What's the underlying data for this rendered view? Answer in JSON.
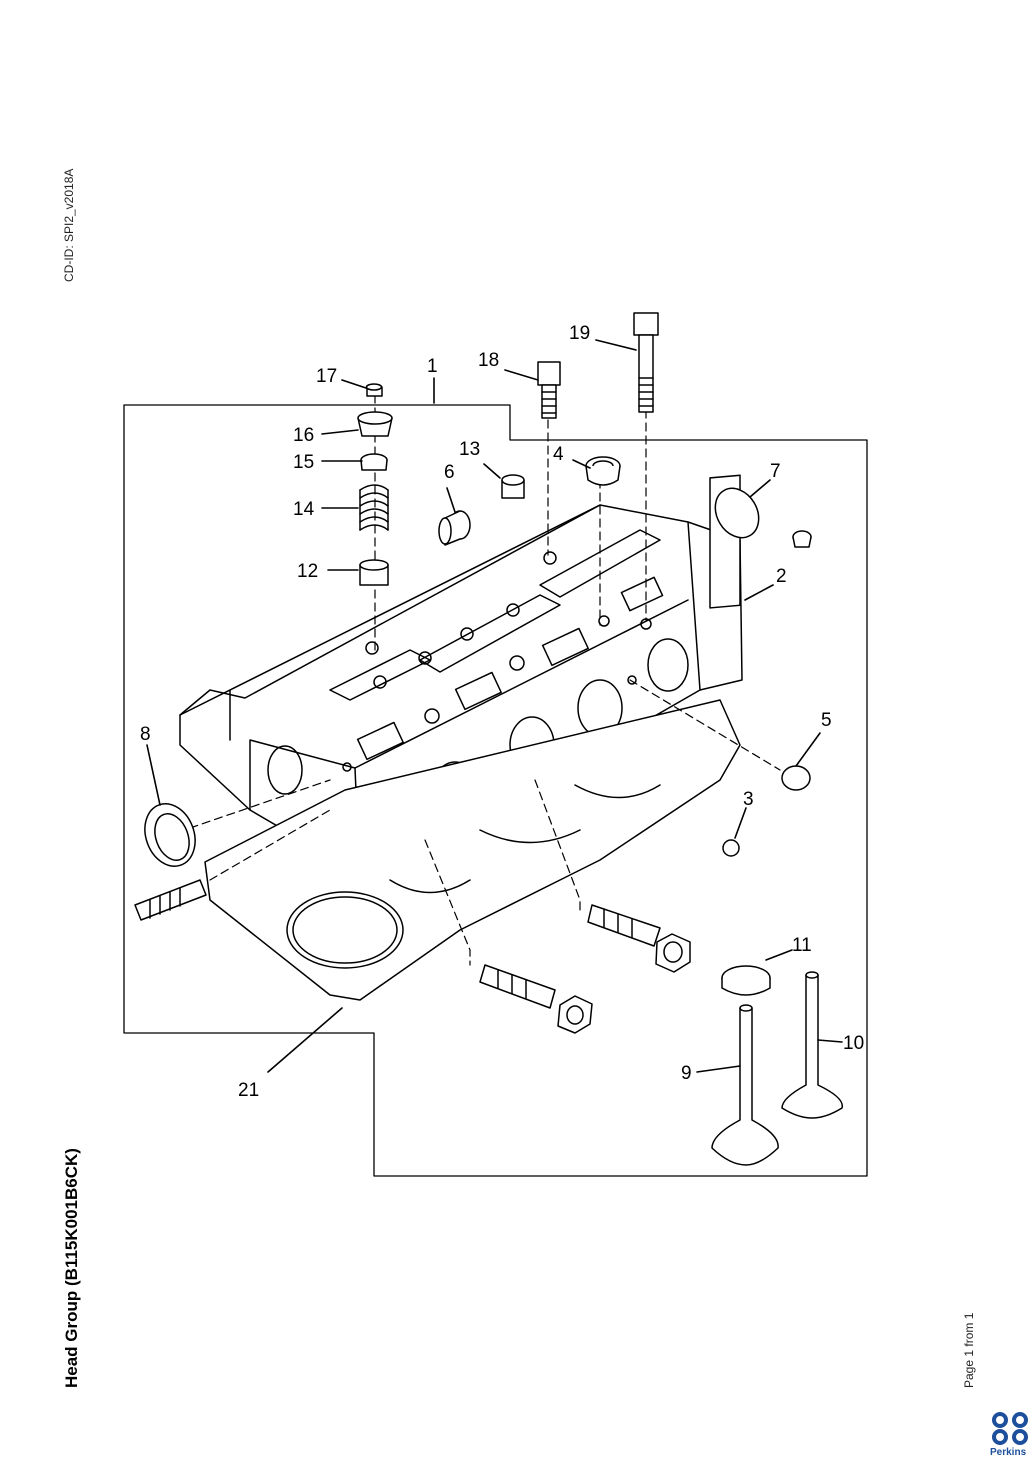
{
  "document": {
    "cd_id": "CD-ID: SPI2_v2018A",
    "title": "Head Group (B115K001B6CK)",
    "page": "Page 1 from 1",
    "brand": "Perkins",
    "brand_color": "#1d4f9c"
  },
  "callouts": {
    "c1": "1",
    "c2": "2",
    "c3": "3",
    "c4": "4",
    "c5": "5",
    "c6": "6",
    "c7": "7",
    "c8": "8",
    "c9": "9",
    "c10": "10",
    "c11": "11",
    "c12": "12",
    "c13": "13",
    "c14": "14",
    "c15": "15",
    "c16": "16",
    "c17": "17",
    "c18": "18",
    "c19": "19",
    "c21": "21"
  }
}
